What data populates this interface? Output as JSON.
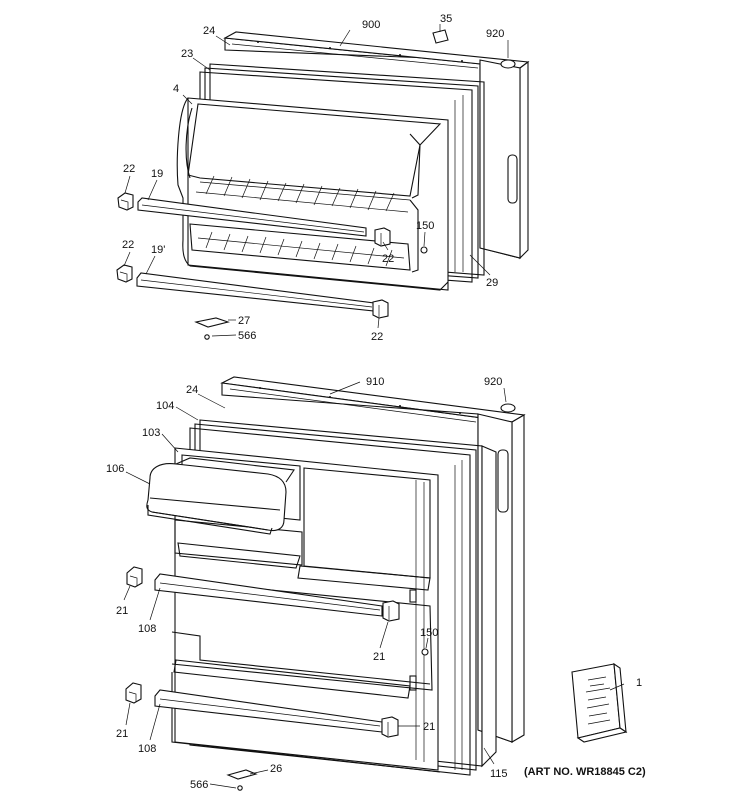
{
  "callouts": {
    "c900": "900",
    "c35": "35",
    "c920a": "920",
    "c24a": "24",
    "c23": "23",
    "c4": "4",
    "c22a": "22",
    "c19a": "19",
    "c22b": "22",
    "c19b": "19'",
    "c150a": "150",
    "c22c": "22",
    "c29": "29",
    "c27": "27",
    "c566a": "566",
    "c22d": "22",
    "c910": "910",
    "c920b": "920",
    "c24b": "24",
    "c104": "104",
    "c103": "103",
    "c106": "106",
    "c21a": "21",
    "c108a": "108",
    "c150b": "150",
    "c21b": "21",
    "c1": "1",
    "c21c": "21",
    "c108b": "108",
    "c21d": "21",
    "c115": "115",
    "c566b": "566",
    "c26": "26"
  },
  "art_number": "(ART NO. WR18845 C2)"
}
